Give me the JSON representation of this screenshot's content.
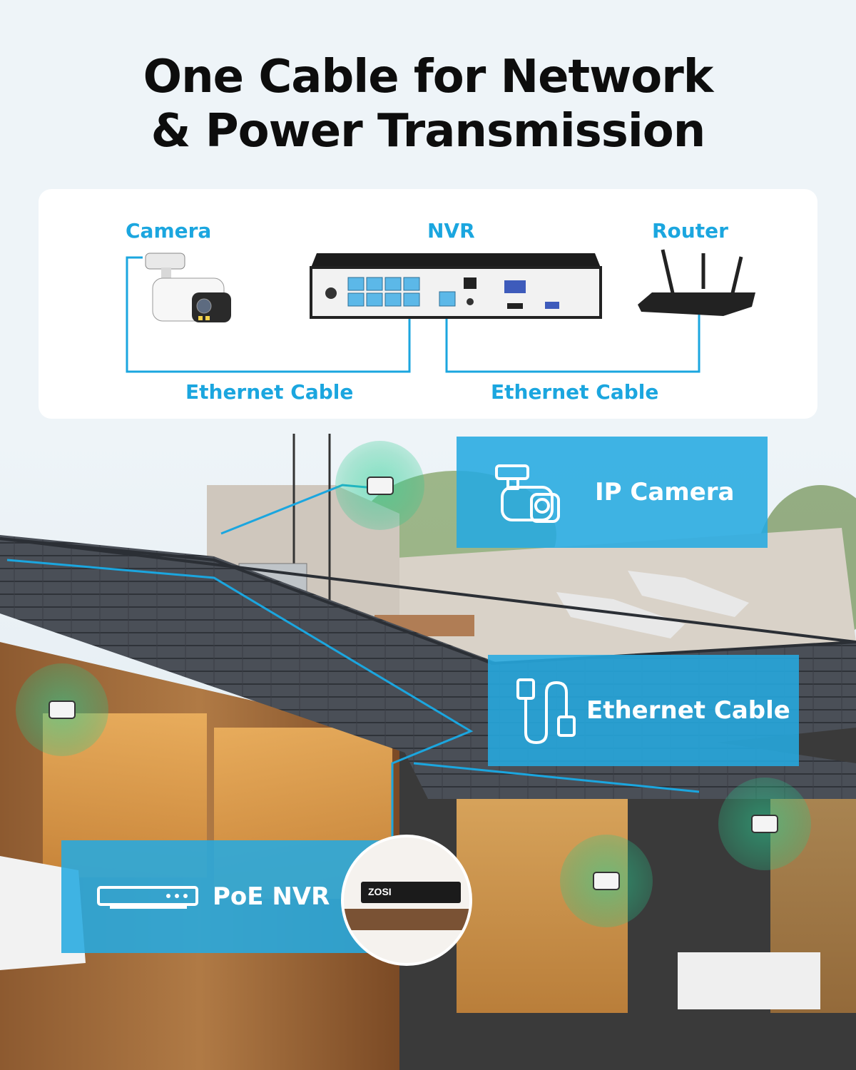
{
  "heading": {
    "line1": "One Cable for Network",
    "line2": "& Power Transmission"
  },
  "diagram": {
    "camera_label": "Camera",
    "nvr_label": "NVR",
    "router_label": "Router",
    "cable_left": "Ethernet Cable",
    "cable_right": "Ethernet Cable",
    "nvr_brand": "ZOSI"
  },
  "callouts": {
    "ip_camera": "IP Camera",
    "ethernet_cable": "Ethernet Cable",
    "poe_nvr": "PoE NVR"
  },
  "colors": {
    "accent": "#1ba6df",
    "callout_bg": "#26aae0",
    "title": "#0d0d0d"
  },
  "icons": [
    "camera-icon",
    "ethernet-cable-icon",
    "nvr-icon"
  ]
}
